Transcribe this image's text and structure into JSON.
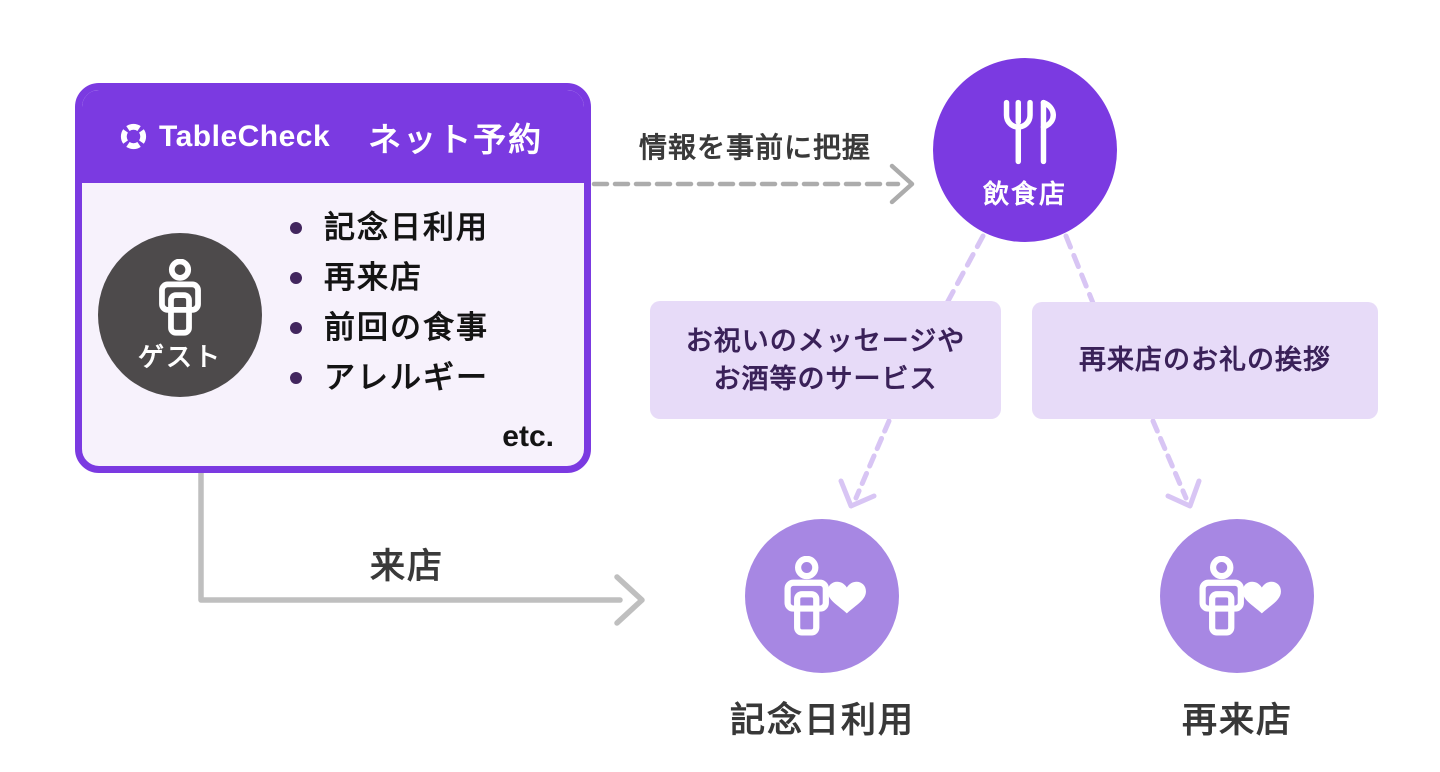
{
  "colors": {
    "brand_purple": "#7B3AE1",
    "card_body_bg": "#F7F2FC",
    "guest_circle_gray": "#4D4A4B",
    "bullet_dot": "#42265E",
    "service_box_bg": "#E7DBF8",
    "service_box_text": "#3A2159",
    "lavender_dash": "#D8C5F4",
    "outcome_circle": "#A787E3",
    "gray_dash_arrow": "#ACACAC",
    "gray_solid_arrow": "#BFBFBF",
    "dark_text": "#141414"
  },
  "card": {
    "brand": "TableCheck",
    "header_title": "ネット予約",
    "guest_label": "ゲスト",
    "bullets": [
      "記念日利用",
      "再来店",
      "前回の食事",
      "アレルギー"
    ],
    "etc_label": "etc."
  },
  "arrows": {
    "info_label": "情報を事前に把握",
    "visit_label": "来店"
  },
  "restaurant": {
    "label": "飲食店"
  },
  "service_boxes": [
    {
      "lines": [
        "お祝いのメッセージや",
        "お酒等のサービス"
      ]
    },
    {
      "lines": [
        "再来店のお礼の挨拶"
      ]
    }
  ],
  "outcomes": [
    {
      "label": "記念日利用"
    },
    {
      "label": "再来店"
    }
  ]
}
